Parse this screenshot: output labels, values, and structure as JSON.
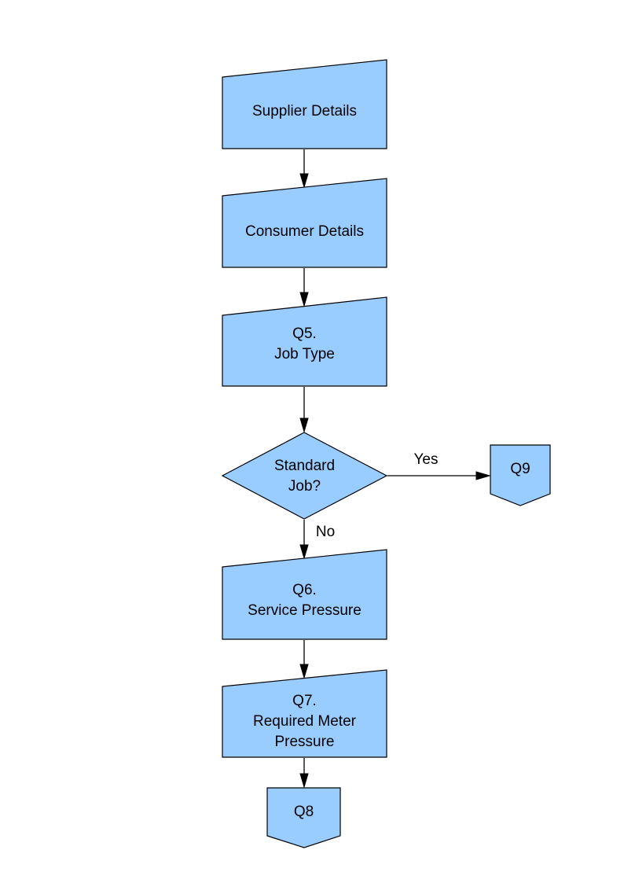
{
  "page": {
    "background": "#ffffff"
  },
  "diagram": {
    "shape_fill": "#99ccff",
    "shape_border": "#000000",
    "line_color": "#000000",
    "text_color": "#000000",
    "nodes": [
      {
        "id": "supplier-details",
        "type": "manual-input",
        "label": "Supplier Details"
      },
      {
        "id": "consumer-details",
        "type": "manual-input",
        "label": "Consumer Details"
      },
      {
        "id": "q5-job-type",
        "type": "manual-input",
        "label": "Q5.\nJob Type"
      },
      {
        "id": "standard-job-decision",
        "type": "decision",
        "label": "Standard\nJob?"
      },
      {
        "id": "q9-connector",
        "type": "off-page-connector",
        "label": "Q9"
      },
      {
        "id": "q6-service-pressure",
        "type": "manual-input",
        "label": "Q6.\nService Pressure"
      },
      {
        "id": "q7-required-meter-pressure",
        "type": "manual-input",
        "label": "Q7.\nRequired Meter\nPressure"
      },
      {
        "id": "q8-connector",
        "type": "off-page-connector",
        "label": "Q8"
      }
    ],
    "edges": [
      {
        "from": "supplier-details",
        "to": "consumer-details"
      },
      {
        "from": "consumer-details",
        "to": "q5-job-type"
      },
      {
        "from": "q5-job-type",
        "to": "standard-job-decision"
      },
      {
        "from": "standard-job-decision",
        "to": "q9-connector",
        "label": "Yes"
      },
      {
        "from": "standard-job-decision",
        "to": "q6-service-pressure",
        "label": "No"
      },
      {
        "from": "q6-service-pressure",
        "to": "q7-required-meter-pressure"
      },
      {
        "from": "q7-required-meter-pressure",
        "to": "q8-connector"
      }
    ]
  }
}
